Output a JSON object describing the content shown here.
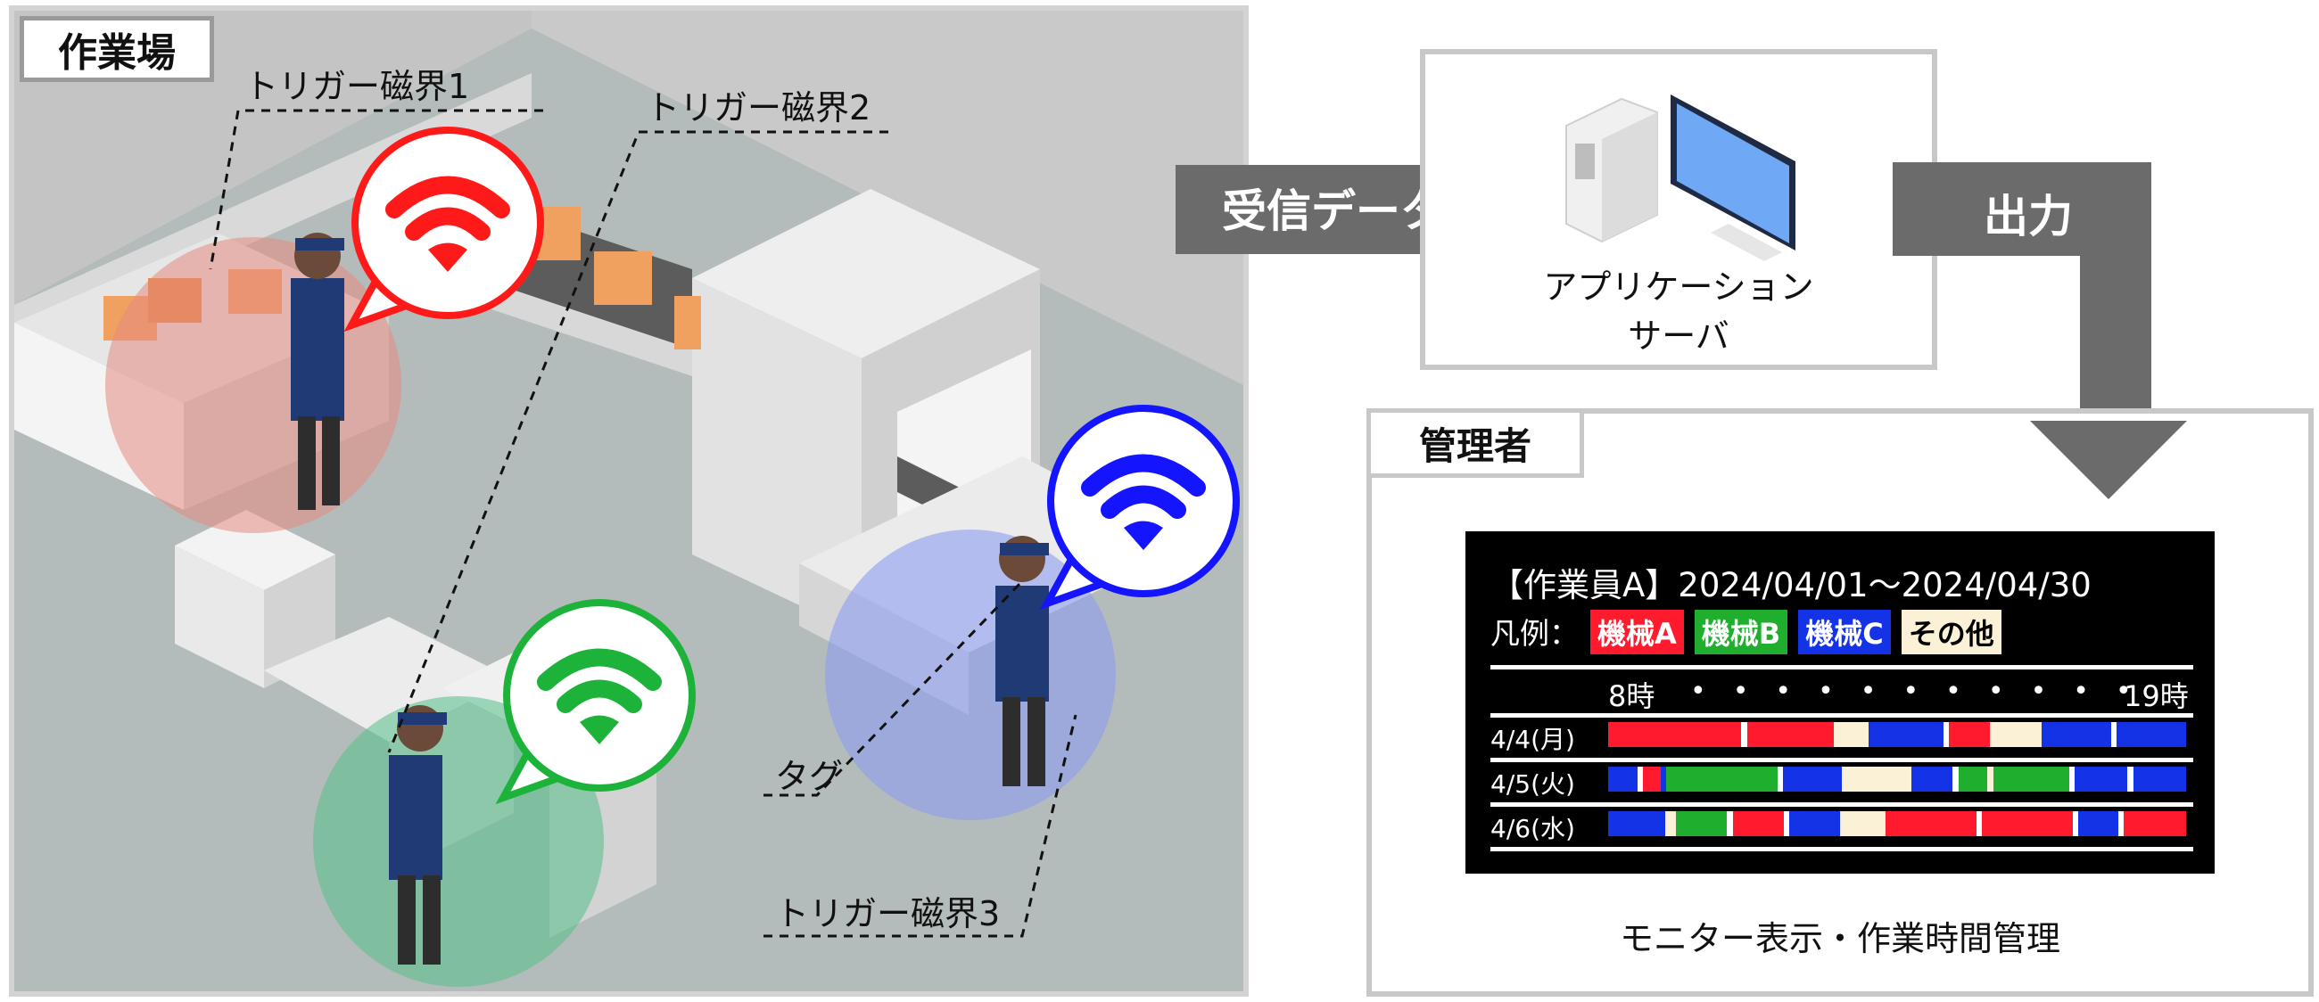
{
  "workplace": {
    "label": "作業場",
    "trigger_fields": [
      "トリガー磁界1",
      "トリガー磁界2",
      "トリガー磁界3"
    ],
    "tag_label": "タグ"
  },
  "flow": {
    "receive_label": "受信データ",
    "output_label": "出力"
  },
  "server": {
    "label_line1": "アプリケーション",
    "label_line2": "サーバ"
  },
  "manager": {
    "label": "管理者",
    "caption": "モニター表示・作業時間管理"
  },
  "monitor": {
    "header": "【作業員A】2024/04/01〜2024/04/30",
    "legend_title": "凡例：",
    "legend": [
      {
        "name": "機械A",
        "color": "#ff1a2e",
        "text_color": "#ffffff"
      },
      {
        "name": "機械B",
        "color": "#1fae2d",
        "text_color": "#ffffff"
      },
      {
        "name": "機械C",
        "color": "#1432e6",
        "text_color": "#ffffff"
      },
      {
        "name": "その他",
        "color": "#fbf1d6",
        "text_color": "#000000"
      }
    ],
    "time_start": "8時",
    "time_end": "19時",
    "rows": [
      {
        "label": "4/4(月)",
        "segments": [
          {
            "cat": "A",
            "len": 23
          },
          {
            "cat": "W",
            "len": 1
          },
          {
            "cat": "A",
            "len": 15
          },
          {
            "cat": "O",
            "len": 6
          },
          {
            "cat": "C",
            "len": 13
          },
          {
            "cat": "W",
            "len": 1
          },
          {
            "cat": "A",
            "len": 7
          },
          {
            "cat": "O",
            "len": 9
          },
          {
            "cat": "C",
            "len": 12
          },
          {
            "cat": "W",
            "len": 1
          },
          {
            "cat": "C",
            "len": 12
          }
        ]
      },
      {
        "label": "4/5(火)",
        "segments": [
          {
            "cat": "C",
            "len": 5
          },
          {
            "cat": "W",
            "len": 1
          },
          {
            "cat": "A",
            "len": 3
          },
          {
            "cat": "C",
            "len": 1
          },
          {
            "cat": "B",
            "len": 19
          },
          {
            "cat": "W",
            "len": 1
          },
          {
            "cat": "C",
            "len": 10
          },
          {
            "cat": "O",
            "len": 12
          },
          {
            "cat": "C",
            "len": 7
          },
          {
            "cat": "W",
            "len": 1
          },
          {
            "cat": "B",
            "len": 5
          },
          {
            "cat": "O",
            "len": 1
          },
          {
            "cat": "B",
            "len": 13
          },
          {
            "cat": "W",
            "len": 1
          },
          {
            "cat": "C",
            "len": 9
          },
          {
            "cat": "W",
            "len": 1
          },
          {
            "cat": "C",
            "len": 9
          }
        ]
      },
      {
        "label": "4/6(水)",
        "segments": [
          {
            "cat": "C",
            "len": 10
          },
          {
            "cat": "O",
            "len": 2
          },
          {
            "cat": "B",
            "len": 9
          },
          {
            "cat": "W",
            "len": 1
          },
          {
            "cat": "A",
            "len": 9
          },
          {
            "cat": "W",
            "len": 1
          },
          {
            "cat": "C",
            "len": 9
          },
          {
            "cat": "O",
            "len": 8
          },
          {
            "cat": "A",
            "len": 16
          },
          {
            "cat": "W",
            "len": 1
          },
          {
            "cat": "A",
            "len": 16
          },
          {
            "cat": "W",
            "len": 1
          },
          {
            "cat": "C",
            "len": 7
          },
          {
            "cat": "W",
            "len": 1
          },
          {
            "cat": "A",
            "len": 11
          }
        ]
      }
    ],
    "colors": {
      "A": "#ff1a2e",
      "B": "#1fae2d",
      "C": "#1432e6",
      "O": "#fbf1d6",
      "W": "#ffffff"
    }
  },
  "signal_colors": {
    "red": "#ff1a1a",
    "green": "#1db33b",
    "blue": "#1414ff"
  }
}
